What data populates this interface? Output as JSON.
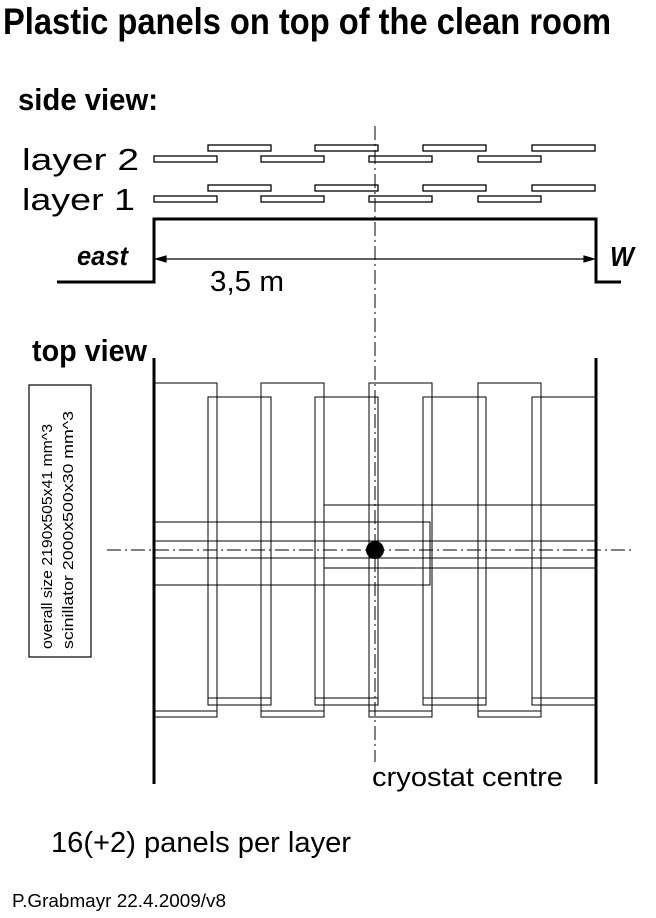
{
  "title": "Plastic panels on top of the clean room",
  "side_view": {
    "heading": "side view:",
    "layer2_label": "layer 2",
    "layer1_label": "layer 1",
    "east_label": "east",
    "west_label": "W",
    "width_label": "3,5 m"
  },
  "top_view": {
    "heading": "top view",
    "spec_line1": "overall size  2190x505x41 mm^3",
    "spec_line2": "scinillator   2000x500x30 mm^3",
    "centre_label": "cryostat centre"
  },
  "panels_label": "16(+2) panels per layer",
  "author_line": "P.Grabmayr  22.4.2009/v8"
}
